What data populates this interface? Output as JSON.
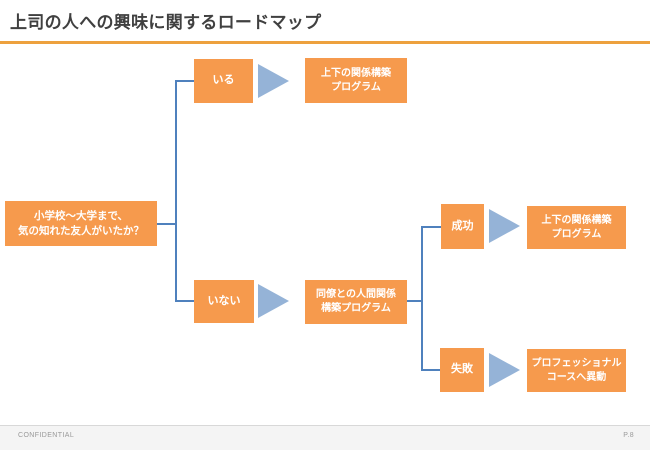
{
  "slide": {
    "title": "上司の人への興味に関するロードマップ",
    "footer": {
      "label": "CONFIDENTIAL",
      "page": "P.8"
    }
  },
  "colors": {
    "node_orange": "#F69A4D",
    "connector_blue": "#4F81BD",
    "arrow_blue": "#95B3D7",
    "title_text": "#404040",
    "title_underline": "#EDA13E",
    "footer_text": "#999999",
    "footer_band": "#F4F4F4"
  },
  "flowchart": {
    "question": "小学校〜大学まで、\n気の知れた友人がいたか？",
    "branch_yes": "いる",
    "branch_no": "いない",
    "program_hierarchy_top": "上下の関係構築\nプログラム",
    "program_peer": "同僚との人間関係\n構築プログラム",
    "outcome_success": "成功",
    "outcome_failure": "失敗",
    "program_hierarchy_right": "上下の関係構築\nプログラム",
    "program_professional": "プロフェッショナル\nコースへ異動"
  }
}
